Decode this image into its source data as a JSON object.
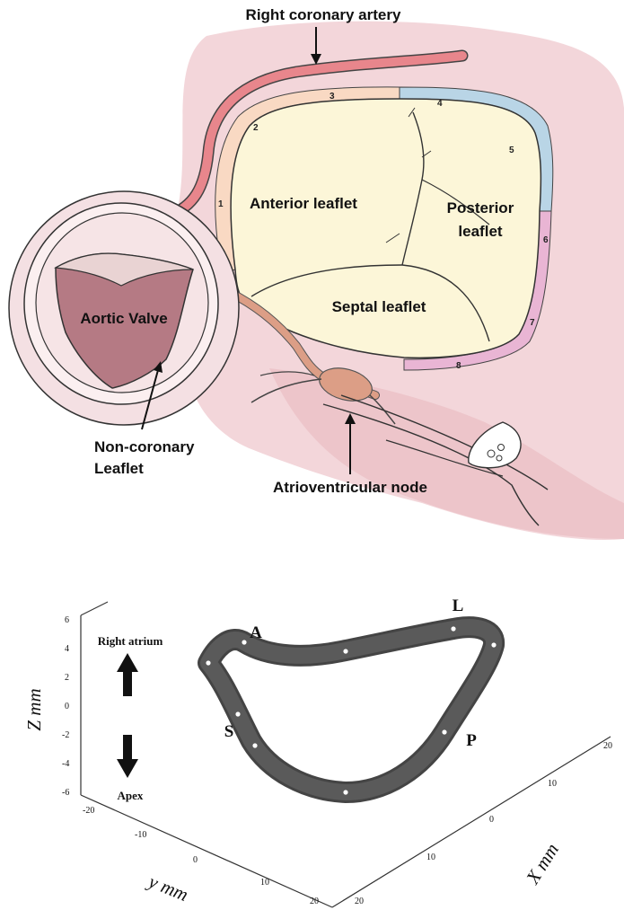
{
  "anatomy": {
    "right_coronary_artery": "Right coronary artery",
    "anterior_leaflet": "Anterior leaflet",
    "posterior_leaflet_line1": "Posterior",
    "posterior_leaflet_line2": "leaflet",
    "septal_leaflet": "Septal leaflet",
    "aortic_valve": "Aortic Valve",
    "non_coronary_line1": "Non-coronary",
    "non_coronary_line2": "Leaflet",
    "av_node": "Atrioventricular node",
    "segments": [
      "1",
      "2",
      "3",
      "4",
      "5",
      "6",
      "7",
      "8"
    ],
    "colors": {
      "background_tissue": "#f3d6da",
      "annulus_anterior": "#f9d9c3",
      "annulus_posterior": "#b9d5e6",
      "annulus_septal": "#e9b5d4",
      "leaflet": "#fcf6d8",
      "artery": "#e8868c"
    }
  },
  "plot3d": {
    "axis_z_label": "Z mm",
    "axis_y_label": "y mm",
    "axis_x_label": "X mm",
    "right_atrium": "Right atrium",
    "apex": "Apex",
    "point_A": "A",
    "point_L": "L",
    "point_P": "P",
    "point_S": "S",
    "z_ticks": [
      "6",
      "4",
      "2",
      "0",
      "-2",
      "-4",
      "-6"
    ],
    "y_ticks": [
      "-20",
      "-10",
      "0",
      "10",
      "20"
    ],
    "x_ticks": [
      "20",
      "10",
      "0",
      "10",
      "20"
    ]
  }
}
